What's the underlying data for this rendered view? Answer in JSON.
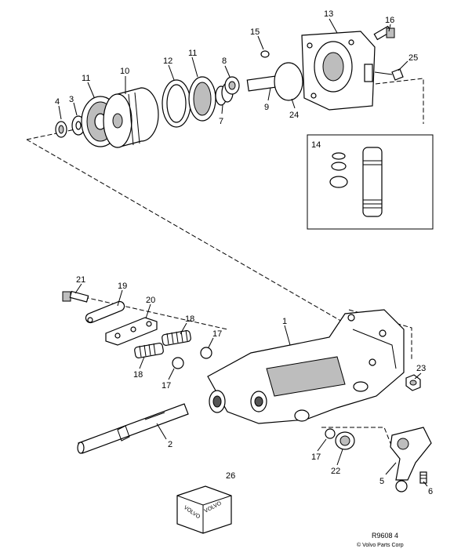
{
  "callouts": {
    "c1": "1",
    "c2": "2",
    "c3": "3",
    "c4": "4",
    "c5": "5",
    "c6": "6",
    "c7": "7",
    "c8": "8",
    "c9": "9",
    "c10": "10",
    "c11a": "11",
    "c11b": "11",
    "c12": "12",
    "c13": "13",
    "c14": "14",
    "c15": "15",
    "c16": "16",
    "c17a": "17",
    "c17b": "17",
    "c17c": "17",
    "c18a": "18",
    "c18b": "18",
    "c19": "19",
    "c20": "20",
    "c21": "21",
    "c22": "22",
    "c23": "23",
    "c24": "24",
    "c25": "25",
    "c26": "26"
  },
  "box_label": "VOLVO",
  "reference": "R9608 4",
  "copyright": "© Volvo Parts Corp",
  "colors": {
    "line": "#000000",
    "shade": "#bdbdbd",
    "background": "#ffffff"
  }
}
